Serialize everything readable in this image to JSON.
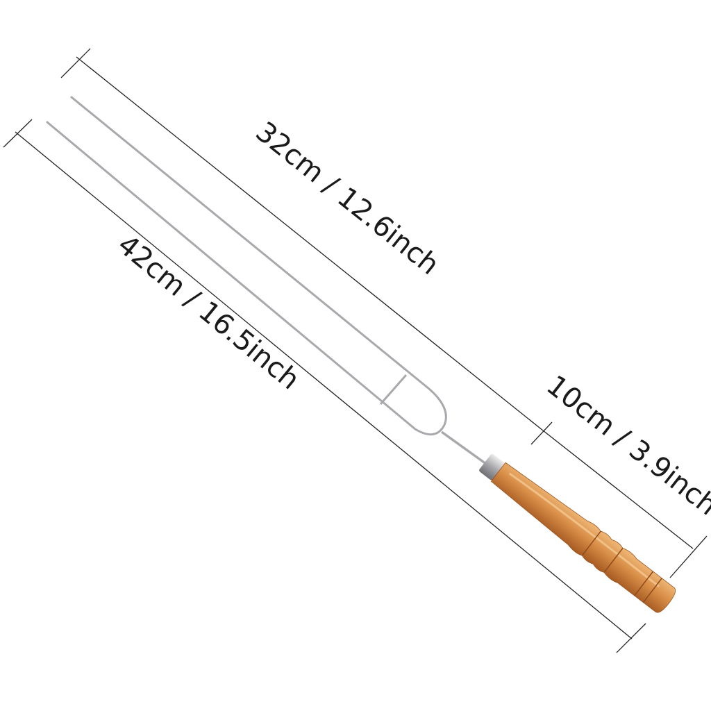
{
  "dimensions": {
    "prong_length": "32cm / 12.6inch",
    "total_length": "42cm / 16.5inch",
    "handle_length": "10cm / 3.9inch"
  },
  "colors": {
    "wood": "#d9904a",
    "wood_dark": "#a85a22",
    "steel": "#b9b9bd",
    "line": "#222222"
  }
}
